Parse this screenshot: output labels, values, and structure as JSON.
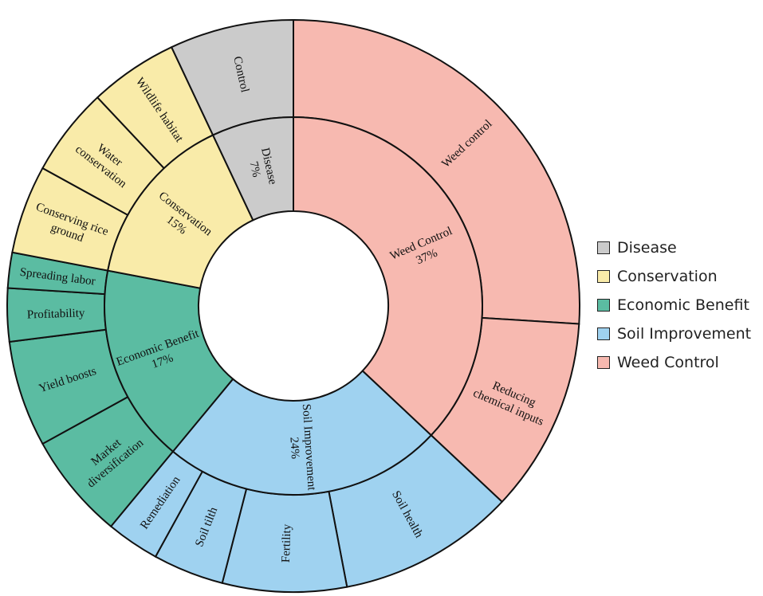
{
  "chart_data": {
    "type": "sunburst",
    "legend": {
      "placement": "right",
      "entries": [
        "Disease",
        "Conservation",
        "Economic Benefit",
        "Soil Improvement",
        "Weed Control"
      ]
    },
    "colors": {
      "Disease": "#cbcbcb",
      "Conservation": "#f9eba9",
      "Economic Benefit": "#5bbca2",
      "Soil Improvement": "#9fd2f0",
      "Weed Control": "#f7b9b0"
    },
    "outline": "#111111",
    "inner": [
      {
        "name": "Weed Control",
        "pct_label": "37%",
        "value": 37,
        "start": 0,
        "children": [
          {
            "name": "Weed control",
            "value": 26
          },
          {
            "name": "Reducing chemical inputs",
            "value": 11
          }
        ]
      },
      {
        "name": "Soil Improvement",
        "pct_label": "24%",
        "value": 24,
        "children": [
          {
            "name": "Soil health",
            "value": 10
          },
          {
            "name": "Fertility",
            "value": 7
          },
          {
            "name": "Soil tilth",
            "value": 4
          },
          {
            "name": "Remediation",
            "value": 3
          }
        ]
      },
      {
        "name": "Economic Benefit",
        "pct_label": "17%",
        "value": 17,
        "children": [
          {
            "name": "Market diversification",
            "value": 6
          },
          {
            "name": "Yield boosts",
            "value": 6
          },
          {
            "name": "Profitability",
            "value": 3
          },
          {
            "name": "Spreading labor",
            "value": 2
          }
        ]
      },
      {
        "name": "Conservation",
        "pct_label": "15%",
        "value": 15,
        "children": [
          {
            "name": "Conserving rice ground",
            "value": 5
          },
          {
            "name": "Water conservation",
            "value": 5
          },
          {
            "name": "Wildlife habitat",
            "value": 5
          }
        ]
      },
      {
        "name": "Disease",
        "pct_label": "7%",
        "value": 7,
        "children": [
          {
            "name": "Control",
            "value": 7
          }
        ]
      }
    ]
  }
}
